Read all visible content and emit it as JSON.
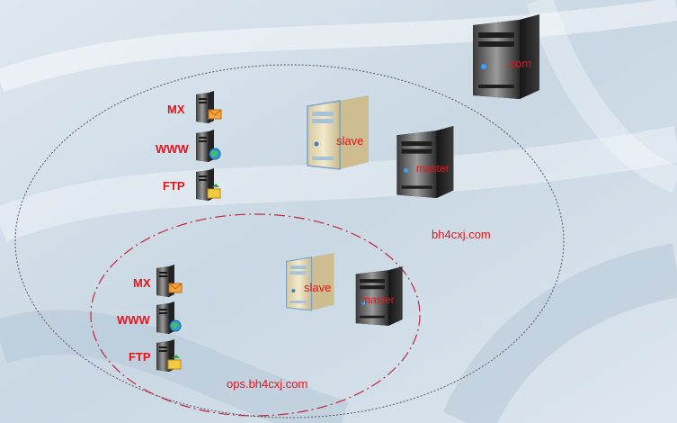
{
  "colors": {
    "label": "#e8141c",
    "outer_zone": "#555555",
    "inner_zone": "#c0283a"
  },
  "outer_zone": {
    "label": "bh4cxj.com",
    "services": [
      {
        "label": "MX",
        "icon": "mail-server-icon"
      },
      {
        "label": "WWW",
        "icon": "web-server-icon"
      },
      {
        "label": "FTP",
        "icon": "ftp-server-icon"
      }
    ],
    "slave": {
      "label": "slave",
      "icon": "beige-server-icon"
    },
    "master": {
      "label": "master",
      "icon": "black-server-icon"
    }
  },
  "inner_zone": {
    "label": "ops.bh4cxj.com",
    "services": [
      {
        "label": "MX",
        "icon": "mail-server-icon"
      },
      {
        "label": "WWW",
        "icon": "web-server-icon"
      },
      {
        "label": "FTP",
        "icon": "ftp-server-icon"
      }
    ],
    "slave": {
      "label": "slave",
      "icon": "beige-server-icon"
    },
    "master": {
      "label": "master",
      "icon": "black-server-icon"
    }
  },
  "root": {
    "label": ".com",
    "icon": "black-server-icon"
  }
}
